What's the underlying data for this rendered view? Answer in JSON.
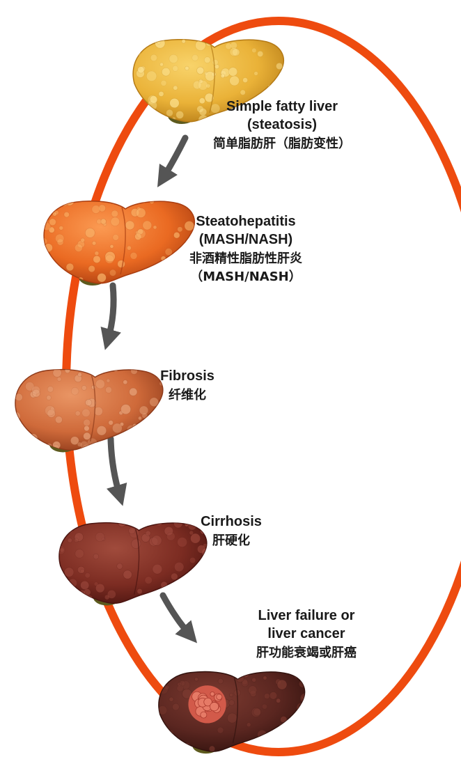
{
  "colors": {
    "ring": "#ee4b0f",
    "arrow": "#555555",
    "text": "#1a1a1a"
  },
  "stages": [
    {
      "en": "Simple fatty liver\n(steatosis)",
      "zh": "简单脂肪肝（脂肪变性）",
      "liver_colors": {
        "light": "#f8d36a",
        "base": "#eab238",
        "dark": "#b47a16",
        "spot": "#fbe08e"
      }
    },
    {
      "en": "Steatohepatitis\n(MASH/NASH)",
      "zh": "非酒精性脂肪性肝炎\n（MASH/NASH）",
      "liver_colors": {
        "light": "#fb9a52",
        "base": "#ea6a22",
        "dark": "#a93d10",
        "spot": "#f9b46a"
      }
    },
    {
      "en": "Fibrosis",
      "zh": "纤维化",
      "liver_colors": {
        "light": "#e99564",
        "base": "#cf6a3a",
        "dark": "#8d3a1a",
        "spot": "#e7a37a"
      }
    },
    {
      "en": "Cirrhosis",
      "zh": "肝硬化",
      "liver_colors": {
        "light": "#a04b3c",
        "base": "#7c2c22",
        "dark": "#4a1410",
        "spot": "#9e4a3e"
      }
    },
    {
      "en": "Liver failure or\nliver cancer",
      "zh": "肝功能衰竭或肝癌",
      "liver_colors": {
        "light": "#7c3a30",
        "base": "#5a2620",
        "dark": "#32120e",
        "spot": "#e67a66"
      }
    }
  ]
}
